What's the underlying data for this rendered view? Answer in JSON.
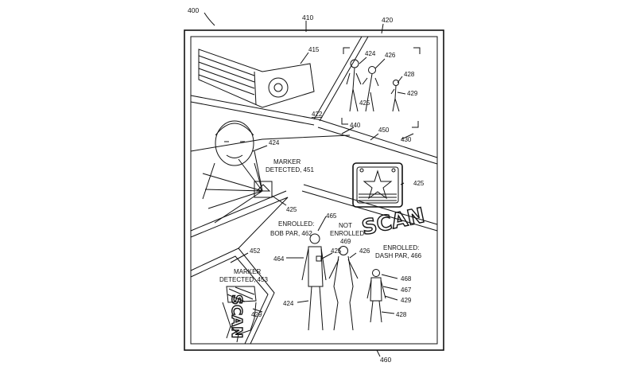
{
  "figure": {
    "ref_main": "400",
    "ref_frame_top": "410",
    "ref_panel_top_right": "420",
    "ref_camera": "415",
    "ref_person_adult": "424",
    "ref_person_woman": "426",
    "ref_child_1": "428",
    "ref_child_2": "429",
    "ref_person_hand": "425",
    "ref_divider": "422",
    "ref_ray_440": "440",
    "ref_ray_450": "450",
    "ref_corner_430": "430",
    "ref_face_424": "424",
    "marker_text_1": "MARKER",
    "marker_text_2": "DETECTED, 451",
    "ref_marker_425": "425",
    "ref_badge_425": "425",
    "scan_word": "SCAN",
    "ref_465": "465",
    "enrolled_bob_1": "ENROLLED:",
    "enrolled_bob_2": "BOB PAR, 462",
    "not_enrolled_1": "NOT",
    "not_enrolled_2": "ENROLLED",
    "ref_469": "469",
    "enrolled_dash_1": "ENROLLED:",
    "enrolled_dash_2": "DASH PAR, 466",
    "ref_452": "452",
    "ref_464": "464",
    "ref_425_mid": "425",
    "ref_426_mid": "426",
    "ref_468": "468",
    "ref_467": "467",
    "ref_429_mid": "429",
    "ref_424_bottom": "424",
    "ref_428_bottom": "428",
    "marker_b_1": "MARKER",
    "marker_b_2": "DETECTED, 453",
    "ref_429_hand": "429",
    "ref_460": "460",
    "scan_word_vertical": "SCAN"
  }
}
